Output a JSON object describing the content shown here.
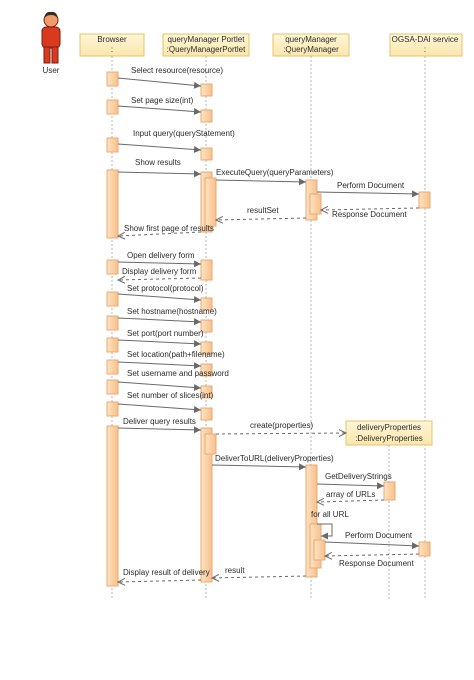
{
  "actor": {
    "label": "User"
  },
  "colors": {
    "head_fill": "#fbe9b6",
    "head_stroke": "#e7c36a",
    "head_text": "#2b2b2b",
    "lifeline": "#b6b6b6",
    "activation_fill": "#fcd6ae",
    "activation_stroke": "#e9ab74",
    "arrow": "#6a6a6a",
    "actor_body": "#d9391f",
    "actor_stroke": "#7a1d0c",
    "actor_head": "#f59a6b"
  },
  "lifelines": [
    {
      "name": "Browser",
      "type": ":"
    },
    {
      "name": "queryManager Portlet",
      "type": ":QueryManagerPortlet"
    },
    {
      "name": "queryManager",
      "type": ":QueryManager"
    },
    {
      "name": "OGSA-DAI service",
      "type": ":"
    }
  ],
  "created_object": {
    "name": "deliveryProperties",
    "type": ":DeliveryProperties"
  },
  "messages": [
    {
      "text": "Select resource(resource)"
    },
    {
      "text": "Set page size(int)"
    },
    {
      "text": "Input query(queryStatement)"
    },
    {
      "text": "Show results"
    },
    {
      "text": "ExecuteQuery(queryParameters)"
    },
    {
      "text": "Perform Document"
    },
    {
      "text": "Response Document"
    },
    {
      "text": "resultSet"
    },
    {
      "text": "Show first page of results"
    },
    {
      "text": "Open delivery form"
    },
    {
      "text": "Display delivery form"
    },
    {
      "text": "Set protocol(protocol)"
    },
    {
      "text": "Set hostname(hostname)"
    },
    {
      "text": "Set port(port number)"
    },
    {
      "text": "Set location(path+filename)"
    },
    {
      "text": "Set username and password"
    },
    {
      "text": "Set number of slices(int)"
    },
    {
      "text": "Deliver query results"
    },
    {
      "text": "create(properties)"
    },
    {
      "text": "DeliverToURL(deliveryProperties)"
    },
    {
      "text": "GetDeliveryStrings"
    },
    {
      "text": "array of URLs"
    },
    {
      "text": "for all URL"
    },
    {
      "text": "Perform Document"
    },
    {
      "text": "Response Document"
    },
    {
      "text": "result"
    },
    {
      "text": "Display result of delivery"
    }
  ]
}
